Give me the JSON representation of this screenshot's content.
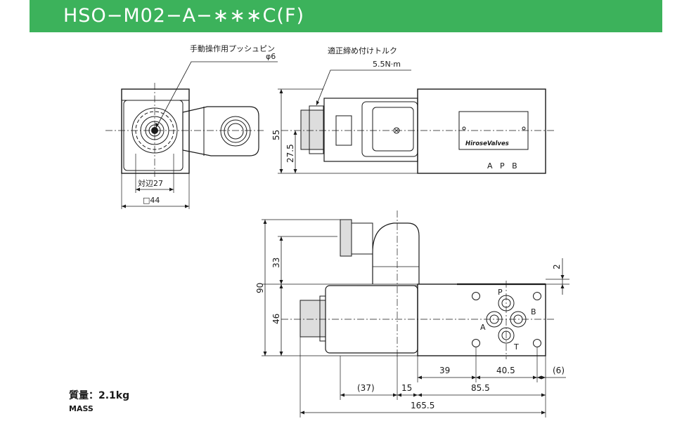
{
  "header": {
    "title": "HSO−M02−A−∗∗∗C(F)",
    "accent_color": "#3cb25b"
  },
  "callouts": {
    "manual_push_pin": "手動操作用プッシュピン",
    "manual_push_pin_dia": "φ6",
    "tightening_torque": "適正締め付けトルク",
    "torque_value": "5.5N·m"
  },
  "body_label": {
    "brand": "HiroseValves",
    "ports": "A   P   B"
  },
  "ports": {
    "p": "P",
    "a": "A",
    "b": "B",
    "t": "T"
  },
  "dimensions": {
    "front_hex": "対辺27",
    "front_square": "□44",
    "side_height": "55",
    "side_center": "27.5",
    "top_upper": "33",
    "top_total": "90",
    "top_lower": "46",
    "top_offset": "2",
    "bot_39": "39",
    "bot_40_5": "40.5",
    "bot_6": "(6)",
    "bot_37": "(37)",
    "bot_15": "15",
    "bot_85_5": "85.5",
    "bot_165_5": "165.5"
  },
  "mass": {
    "label": "質量：2.1kg",
    "label_en": "MASS"
  }
}
